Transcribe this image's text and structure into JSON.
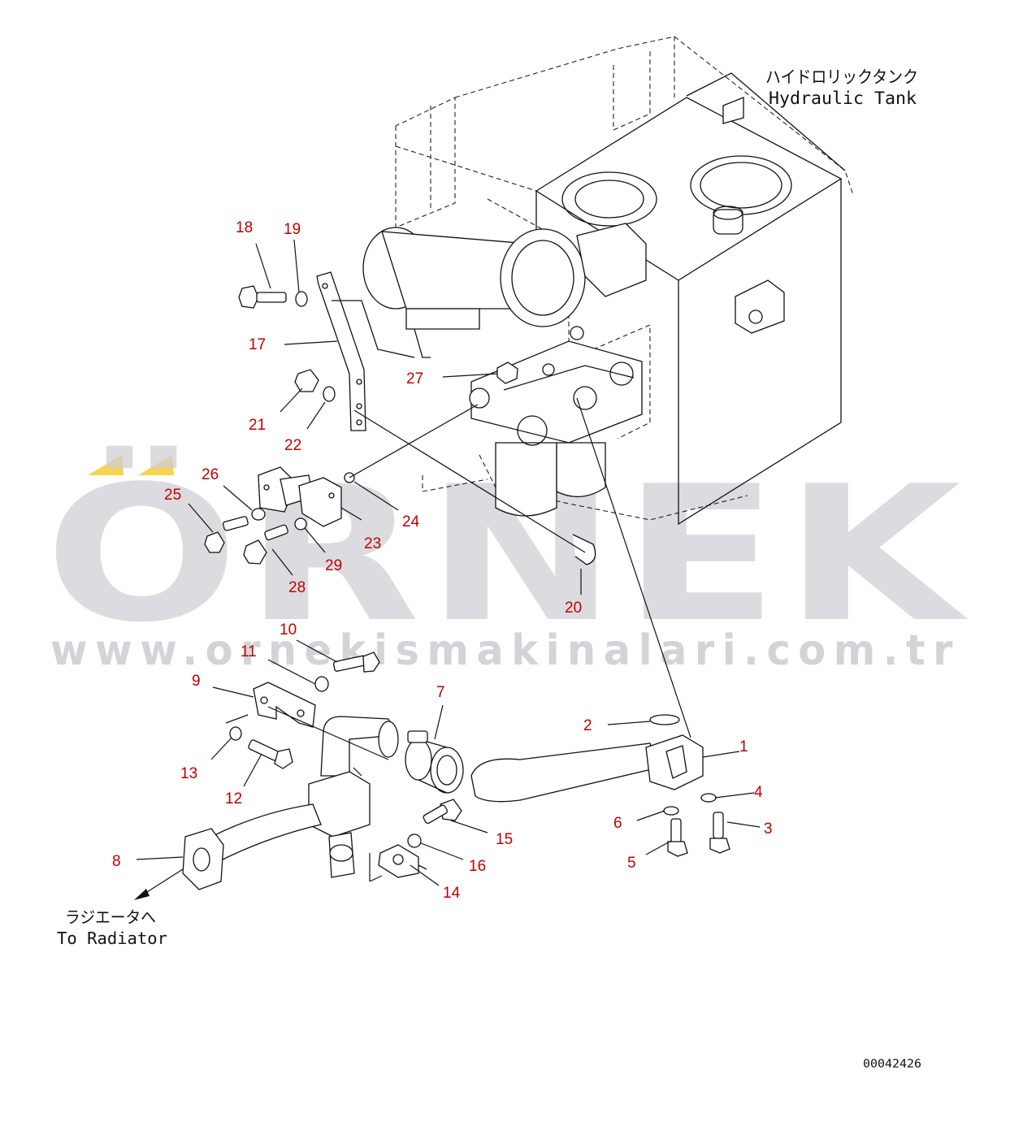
{
  "annotations": {
    "tank_jp": "ハイドロリックタンク",
    "tank_en": "Hydraulic Tank",
    "radiator_jp": "ラジエータへ",
    "radiator_en": "To Radiator",
    "drawing_number": "00042426"
  },
  "watermark": {
    "brand": "ÖRNEK",
    "url": "www.ornekismakinalari.com.tr",
    "colors": {
      "text": "#cfcfd6",
      "accent": "#f2c200"
    }
  },
  "colors": {
    "callout": "#c00000",
    "line": "#111111"
  },
  "callouts": [
    "1",
    "2",
    "3",
    "4",
    "5",
    "6",
    "7",
    "8",
    "9",
    "10",
    "11",
    "12",
    "13",
    "14",
    "15",
    "16",
    "17",
    "18",
    "19",
    "20",
    "21",
    "22",
    "23",
    "24",
    "25",
    "26",
    "27",
    "28",
    "29"
  ]
}
